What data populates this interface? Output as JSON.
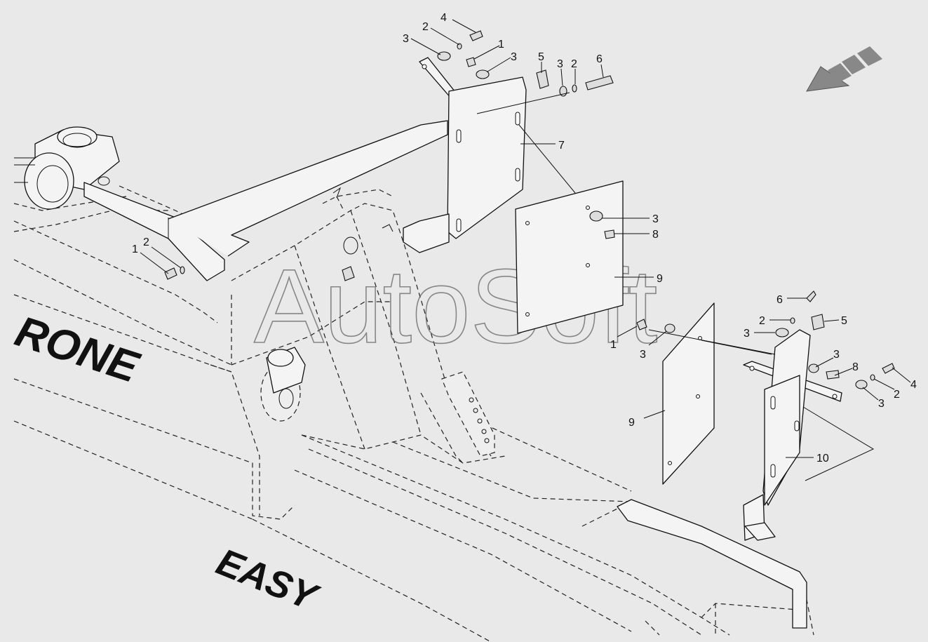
{
  "watermark": "AutoSoft",
  "brand_text_1": "RONE",
  "brand_text_2": "EASY",
  "callouts": [
    {
      "id": "c4a",
      "text": "4"
    },
    {
      "id": "c2a",
      "text": "2"
    },
    {
      "id": "c3a",
      "text": "3"
    },
    {
      "id": "c1a",
      "text": "1"
    },
    {
      "id": "c3b",
      "text": "3"
    },
    {
      "id": "c5a",
      "text": "5"
    },
    {
      "id": "c3c",
      "text": "3"
    },
    {
      "id": "c2b",
      "text": "2"
    },
    {
      "id": "c6a",
      "text": "6"
    },
    {
      "id": "c7",
      "text": "7"
    },
    {
      "id": "c3d",
      "text": "3"
    },
    {
      "id": "c8a",
      "text": "8"
    },
    {
      "id": "c9a",
      "text": "9"
    },
    {
      "id": "c1b",
      "text": "1"
    },
    {
      "id": "c2c",
      "text": "2"
    },
    {
      "id": "c6b",
      "text": "6"
    },
    {
      "id": "c2d",
      "text": "2"
    },
    {
      "id": "c5b",
      "text": "5"
    },
    {
      "id": "c3e",
      "text": "3"
    },
    {
      "id": "c1c",
      "text": "1"
    },
    {
      "id": "c3f",
      "text": "3"
    },
    {
      "id": "c3g",
      "text": "3"
    },
    {
      "id": "c8b",
      "text": "8"
    },
    {
      "id": "c4b",
      "text": "4"
    },
    {
      "id": "c2e",
      "text": "2"
    },
    {
      "id": "c3h",
      "text": "3"
    },
    {
      "id": "c9b",
      "text": "9"
    },
    {
      "id": "c10",
      "text": "10"
    }
  ]
}
